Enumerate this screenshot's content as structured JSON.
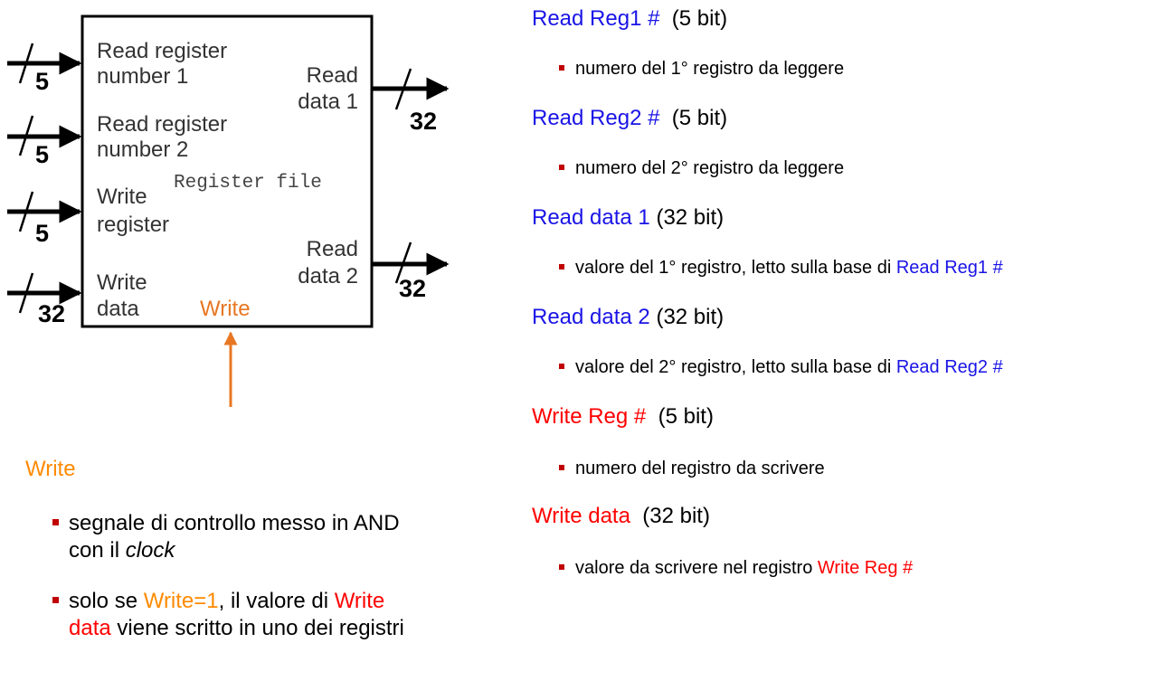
{
  "diagram": {
    "title": "Register file",
    "inputs": [
      {
        "label_line1": "Read register",
        "label_line2": "number 1",
        "width": "5"
      },
      {
        "label_line1": "Read register",
        "label_line2": "number 2",
        "width": "5"
      },
      {
        "label_line1": "Write",
        "label_line2": "register",
        "width": "5"
      },
      {
        "label_line1": "Write",
        "label_line2": "data",
        "width": "32"
      }
    ],
    "outputs": [
      {
        "label_line1": "Read",
        "label_line2": "data 1",
        "width": "32"
      },
      {
        "label_line1": "Read",
        "label_line2": "data 2",
        "width": "32"
      }
    ],
    "control": {
      "label": "Write"
    },
    "colors": {
      "control": "#e87722",
      "wire": "#000000"
    }
  },
  "left": {
    "title": "Write",
    "bullets": [
      {
        "text_a": "segnale di controllo messo in AND",
        "text_b": "con il ",
        "text_b_italic": "clock"
      },
      {
        "pre": "solo se ",
        "hl1": "Write=1",
        "mid": ", il valore di ",
        "hl2a": "Write",
        "hl2b": "data",
        "post": " viene scritto in uno dei registri"
      }
    ]
  },
  "right": [
    {
      "label": "Read Reg1 #",
      "suffix": "  (5 bit)",
      "color": "blue",
      "bullet": {
        "text": "numero del 1° registro da leggere"
      }
    },
    {
      "label": "Read Reg2 #",
      "suffix": "  (5 bit)",
      "color": "blue",
      "bullet": {
        "text": "numero del 2° registro da leggere"
      }
    },
    {
      "label": "Read data 1",
      "suffix": " (32 bit)",
      "color": "blue",
      "bullet": {
        "text": "valore del 1° registro, letto sulla base di ",
        "ref": "Read Reg1 #"
      }
    },
    {
      "label": "Read data 2",
      "suffix": " (32 bit)",
      "color": "blue",
      "bullet": {
        "text": "valore del 2° registro, letto sulla base di ",
        "ref": "Read Reg2 #"
      }
    },
    {
      "label": "Write Reg #",
      "suffix": "  (5 bit)",
      "color": "red",
      "bullet": {
        "text": "numero del registro da scrivere"
      }
    },
    {
      "label": "Write data",
      "suffix": "  (32 bit)",
      "color": "red",
      "bullet": {
        "text": "valore da scrivere nel registro ",
        "ref": "Write Reg #"
      }
    }
  ]
}
